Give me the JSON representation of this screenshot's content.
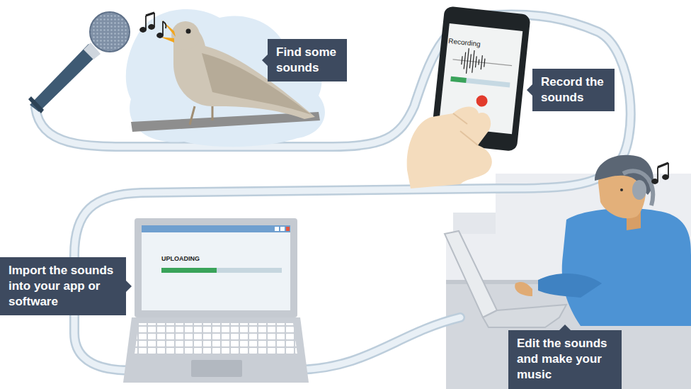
{
  "diagram": {
    "nodes": [
      {
        "text": [
          "Find some sounds"
        ]
      },
      {
        "text": [
          "Record the sounds"
        ]
      },
      {
        "text": [
          "Import the sounds into your app or software"
        ]
      },
      {
        "text": [
          "Edit the sounds and make your music"
        ]
      }
    ],
    "labels": [
      "Recording",
      "UPLOADING"
    ]
  }
}
